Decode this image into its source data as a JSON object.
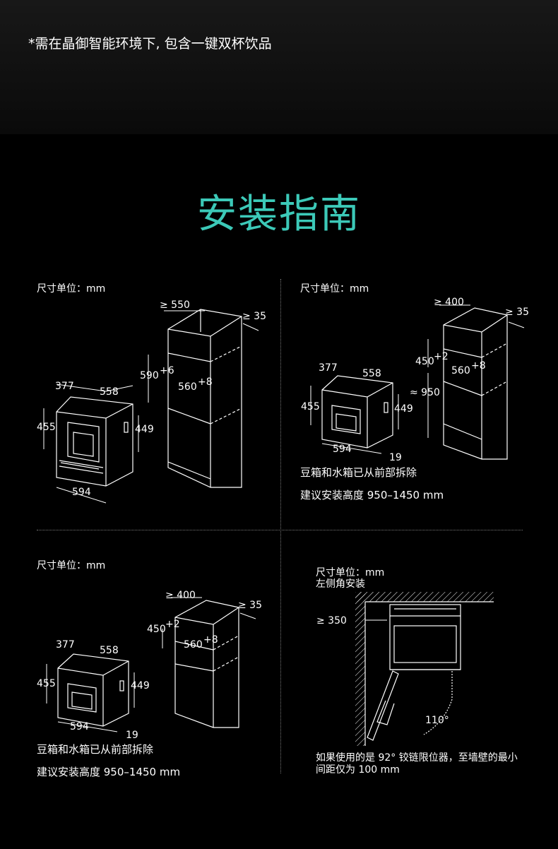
{
  "header": {
    "note": "*需在晶御智能环境下, 包含一键双杯饮品"
  },
  "title": "安装指南",
  "panel1": {
    "unit": "尺寸单位：mm",
    "dims": {
      "w_top": "≥ 550",
      "side": "≥ 35",
      "h_gap": "590",
      "h_gap_sup": "+6",
      "depth": "560",
      "depth_sup": "+8",
      "d377": "377",
      "d558": "558",
      "d455": "455",
      "d449": "449",
      "d594": "594"
    }
  },
  "panel2": {
    "unit": "尺寸单位：mm",
    "dims": {
      "w_top": "≥ 400",
      "side": "≥ 35",
      "h_gap": "450",
      "h_gap_sup": "+2",
      "depth": "560",
      "depth_sup": "+8",
      "d377": "377",
      "d558": "558",
      "d455": "455",
      "d449": "449",
      "d594": "594",
      "d19": "19",
      "h950": "≈ 950"
    },
    "caption1": "豆箱和水箱已从前部拆除",
    "caption2": "建议安装高度 950–1450 mm"
  },
  "panel3": {
    "unit": "尺寸单位：mm",
    "dims": {
      "w_top": "≥ 400",
      "side": "≥ 35",
      "h_gap": "450",
      "h_gap_sup": "+2",
      "depth": "560",
      "depth_sup": "+8",
      "d377": "377",
      "d558": "558",
      "d455": "455",
      "d449": "449",
      "d594": "594",
      "d19": "19"
    },
    "caption1": "豆箱和水箱已从前部拆除",
    "caption2": "建议安装高度 950–1450 mm"
  },
  "panel4": {
    "unit": "尺寸单位：mm",
    "subunit": "左侧角安装",
    "dims": {
      "wall": "≥ 350",
      "angle": "110°"
    },
    "caption": "如果使用的是 92° 铰链限位器，至墙壁的最小",
    "caption_line2": "间距仅为 100 mm"
  },
  "colors": {
    "accent": "#3cc9b8",
    "background": "#000000"
  }
}
